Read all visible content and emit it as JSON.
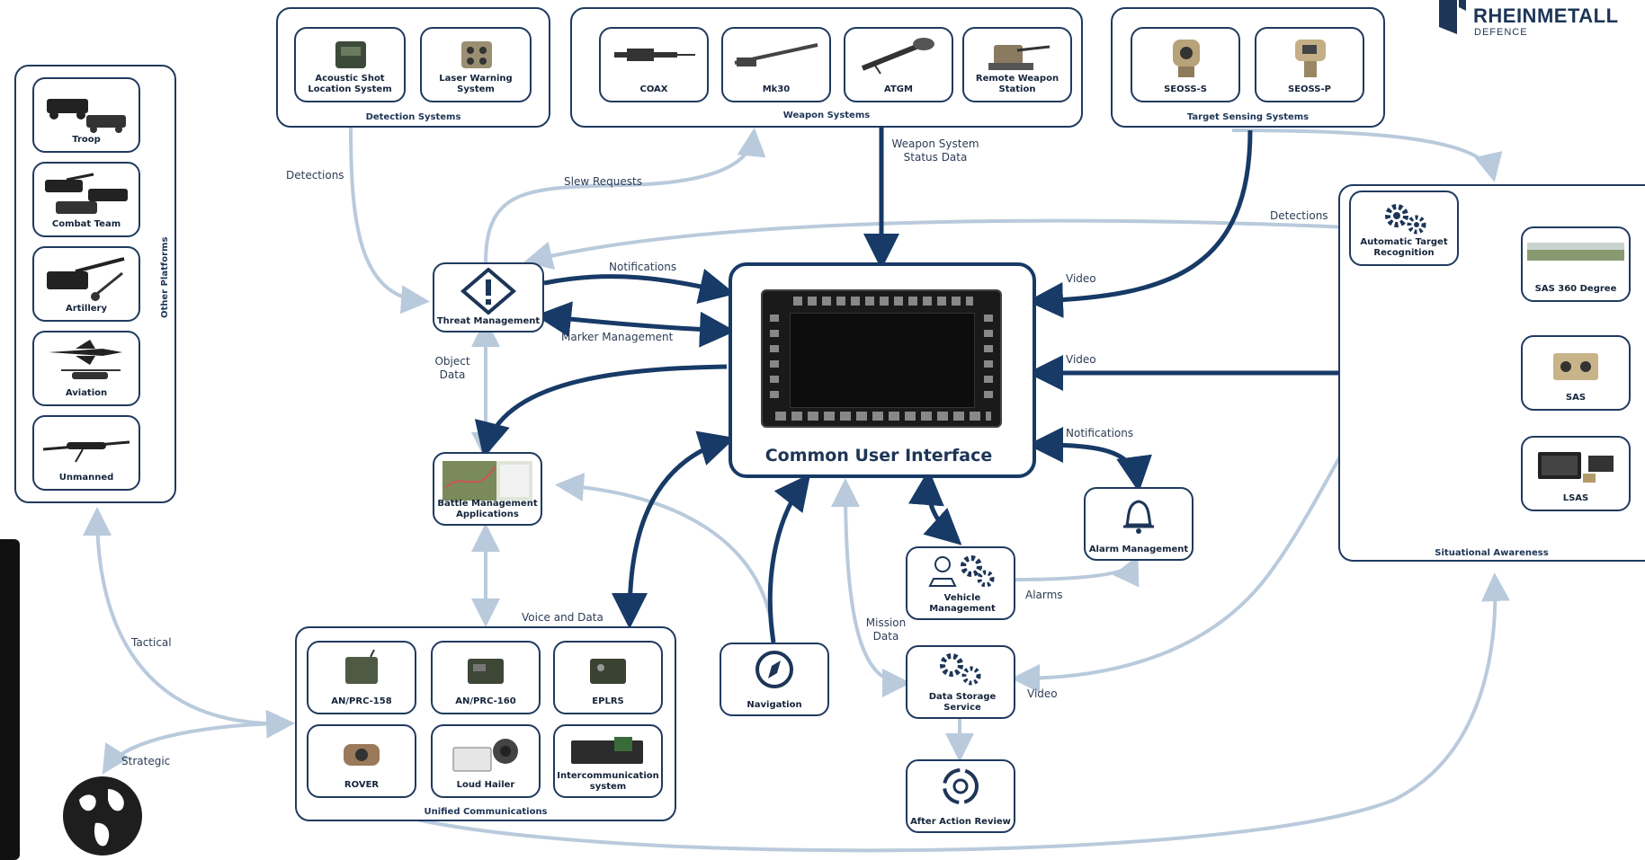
{
  "logo": {
    "name": "RHEINMETALL",
    "sub": "DEFENCE"
  },
  "groups": {
    "other_platforms": "Other Platforms",
    "detection": "Detection Systems",
    "weapon": "Weapon Systems",
    "target_sensing": "Target Sensing Systems",
    "situational": "Situational Awareness",
    "unified": "Unified Communications"
  },
  "platforms": [
    {
      "label": "Troop",
      "icon": "troop-vehicles-icon"
    },
    {
      "label": "Combat Team",
      "icon": "tanks-icon"
    },
    {
      "label": "Artillery",
      "icon": "artillery-icon"
    },
    {
      "label": "Aviation",
      "icon": "aircraft-icon"
    },
    {
      "label": "Unmanned",
      "icon": "drone-icon"
    }
  ],
  "detection_items": [
    {
      "label": "Acoustic Shot Location System"
    },
    {
      "label": "Laser Warning System"
    }
  ],
  "weapon_items": [
    {
      "label": "COAX"
    },
    {
      "label": "Mk30"
    },
    {
      "label": "ATGM"
    },
    {
      "label": "Remote Weapon Station"
    }
  ],
  "sensing_items": [
    {
      "label": "SEOSS-S"
    },
    {
      "label": "SEOSS-P"
    }
  ],
  "sa_items": [
    {
      "label": "Automatic Target Recognition"
    },
    {
      "label": "SAS 360 Degree"
    },
    {
      "label": "SAS"
    },
    {
      "label": "LSAS"
    }
  ],
  "comm_items": [
    {
      "label": "AN/PRC-158"
    },
    {
      "label": "AN/PRC-160"
    },
    {
      "label": "EPLRS"
    },
    {
      "label": "ROVER"
    },
    {
      "label": "Loud Hailer"
    },
    {
      "label": "Intercommunication system"
    }
  ],
  "services": {
    "threat": "Threat Management",
    "bma": "Battle Management Applications",
    "vehicle": "Vehicle Management",
    "alarm": "Alarm Management",
    "data_storage": "Data Storage Service",
    "aar": "After Action Review",
    "navigation": "Navigation",
    "cui": "Common User Interface"
  },
  "flows": {
    "detections_left": "Detections",
    "slew": "Slew Requests",
    "weapon_status": "Weapon System Status Data",
    "detections_right": "Detections",
    "notifications_top": "Notifications",
    "marker": "Marker Management",
    "video_top": "Video",
    "video_mid": "Video",
    "object_data": "Object Data",
    "notifications_right": "Notifications",
    "alarms": "Alarms",
    "mission_data": "Mission Data",
    "video_bottom": "Video",
    "voice_data": "Voice and Data",
    "tactical": "Tactical",
    "strategic": "Strategic"
  },
  "colors": {
    "dark": "#1f3a5f",
    "light": "#b9cadc",
    "arrow_dark": "#173a66"
  }
}
